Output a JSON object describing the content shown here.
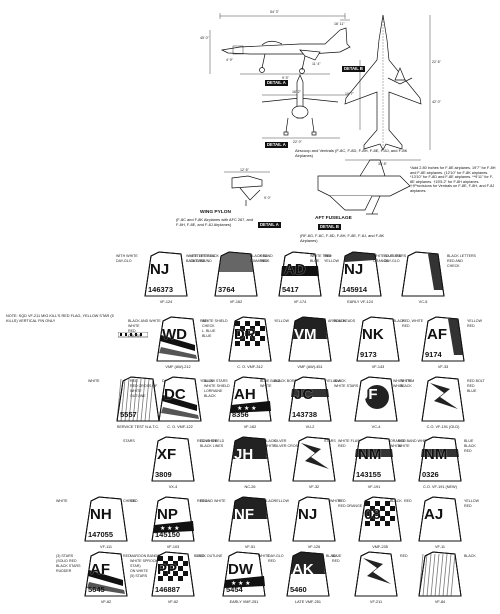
{
  "drawings": {
    "top_dims": [
      "54' 3\"",
      "45' 0\"",
      "16' 11\"",
      "4' 9\"",
      "9' 5\"",
      "11' 4\""
    ],
    "plan_dims": [
      "35' 8\"",
      "22' 6\"",
      "42' 0\"",
      "19' 7\""
    ],
    "front_dims": [
      "16' 2\"",
      "22' 0\""
    ],
    "pylon_dims": [
      "12' 6\"",
      "9' 0\""
    ],
    "detail_a": "DETAIL A",
    "detail_b": "DETAIL B",
    "wing_pylon": "WING PYLON",
    "aft_fuselage": "AFT FUSELAGE",
    "wing_pylon_note": "(F-8C and F-8K Airplanes with AFC 267, and F-8H, F-8E, and F-8J Airplanes)",
    "aft_fuselage_note": "(RF-8G, F-8C, F-8D, F-8H, F-8E, F-8J, and F-8K Airplanes)",
    "airscoop_note": "Airscoop and Ventrals (F-8C, F-8D, F-8H, F-8E, F-8J, and F-8K Airplanes)",
    "dim_note": "*Add 2.80 inches for F-8E airplanes. 19'7\" for F-8H and F-8E airplanes. (12'10\" for F-8K airplanes. *13'10\" for F-8D and F-8E airplanes. **9'11\" for F-8E airplanes. †15'5.2\" for F-8H airplanes. ††Provisions for Ventrals on F-8E, F-8H, and F-8J airplanes."
  },
  "tail_note": "NOTE: SQD VF-211 MIG KILL'S RED FLAG, YELLOW STAR (5 KILLS) VERTICAL FIN ONLY",
  "tails": [
    {
      "id": "t1",
      "code": "NJ",
      "num": "146373",
      "unit": "VF-124",
      "callouts": [
        "LETTERS BLACK",
        "WITH WHITE",
        "OUTLINE",
        "DAY-GLO"
      ]
    },
    {
      "id": "t2",
      "code": "",
      "num": "3764",
      "unit": "VF-162",
      "callouts": [
        "RED",
        "WHITE LETTERS",
        "RED",
        "BACKGROUND"
      ]
    },
    {
      "id": "t3",
      "code": "AD",
      "num": "5417",
      "unit": "VF-174",
      "callouts": [
        "RED",
        "BLACK BAND",
        "YELLOW",
        "DIAMONDS"
      ]
    },
    {
      "id": "t4",
      "code": "NJ",
      "num": "145914",
      "unit": "EARLY VF-124",
      "callouts": [
        "BLUE STARS",
        "WHITE TRIM",
        "DAY-GLO",
        "BLUE"
      ]
    },
    {
      "id": "t5",
      "code": "",
      "num": "",
      "unit": "VC-5",
      "callouts": [
        "BLACK LETTERS",
        "WHITE OUTLINE",
        "RED AND",
        "ORANGE",
        "CHECK"
      ]
    },
    {
      "id": "t6",
      "code": "WD",
      "num": "",
      "unit": "VMF (AW)-212",
      "callouts": [
        "WHITE SHIELD",
        "BLACK AND WHITE",
        "CHECK",
        "WHITE",
        "L. BLUE",
        "RED",
        "BLUE",
        "CROSS"
      ]
    },
    {
      "id": "t7",
      "code": "DR",
      "num": "",
      "unit": "C. O. VMF-312",
      "callouts": [
        "YELLOW",
        "RED"
      ]
    },
    {
      "id": "t8",
      "code": "VM",
      "num": "",
      "unit": "VMF (AW)-451",
      "callouts": [
        "BLACK"
      ]
    },
    {
      "id": "t9",
      "code": "NK",
      "num": "9173",
      "unit": "VF-143",
      "callouts": [
        "RED, WHITE",
        "ARROW HEADS",
        "RED"
      ]
    },
    {
      "id": "t10",
      "code": "AF",
      "num": "9174",
      "unit": "VF-33",
      "callouts": [
        "YELLOW",
        "BLACK",
        "RED"
      ]
    },
    {
      "id": "t11",
      "code": "",
      "num": "5557",
      "unit": "SERVICE TEST N.A.T.C.",
      "callouts": [
        "DAY-GLO",
        "WHITE"
      ]
    },
    {
      "id": "t12",
      "code": "DC",
      "num": "",
      "unit": "C. O. VMF-122",
      "callouts": [
        "BLUE",
        "RED",
        "WHITE SHIELD",
        "RED CROSS OF",
        "LORRAINE",
        "WHITE",
        "BLACK",
        "OUTLINE"
      ]
    },
    {
      "id": "t13",
      "code": "AH",
      "num": "8356",
      "unit": "VF-162",
      "callouts": [
        "BLACK BORDER",
        "YELLOW STARS"
      ]
    },
    {
      "id": "t14",
      "code": "JC",
      "num": "143738",
      "unit": "VU-2",
      "callouts": [
        "BLACK",
        "BLUE BAND",
        "WHITE STARS",
        "WHITE"
      ]
    },
    {
      "id": "t15",
      "code": "JF",
      "num": "",
      "unit": "VC-4",
      "callouts": [
        "WHITE",
        "YELLOW",
        "BLACK"
      ]
    },
    {
      "id": "t16",
      "code": "",
      "num": "",
      "unit": "C.O. VF-191 (OLD)",
      "callouts": [
        "RED BOLT",
        "WHITE TRIM",
        "RED",
        "WHITE",
        "BLUE"
      ]
    },
    {
      "id": "t17",
      "code": "XF",
      "num": "3809",
      "unit": "VX-4",
      "callouts": [
        "RED WHITE",
        "STARS"
      ]
    },
    {
      "id": "t18",
      "code": "JH",
      "num": "",
      "unit": "NC-26",
      "callouts": [
        "SILVER",
        "GOLD SHIELD",
        "SILVER CROSS",
        "BLACK LINES"
      ]
    },
    {
      "id": "t19",
      "code": "",
      "num": "",
      "unit": "VF-32",
      "callouts": [
        "WHITE FLASH",
        "BLACK",
        "RED",
        "WHITE"
      ]
    },
    {
      "id": "t20",
      "code": "NM",
      "num": "143155",
      "unit": "VF-191",
      "callouts": [
        "RED BAND WHITE",
        "STARS",
        "WHITE"
      ]
    },
    {
      "id": "t21",
      "code": "NM",
      "num": "0326",
      "unit": "C.O. VF-191 (NEW)",
      "callouts": [
        "BLUE",
        "ORANGE",
        "BLACK",
        "WHITE",
        "RED"
      ]
    },
    {
      "id": "t22",
      "code": "NH",
      "num": "147055",
      "unit": "VF-111",
      "callouts": [
        "RED",
        "WHITE"
      ]
    },
    {
      "id": "t23",
      "code": "NP",
      "num": "145150",
      "unit": "VF-103",
      "callouts": [
        "RED AND WHITE",
        "CHECK"
      ]
    },
    {
      "id": "t24",
      "code": "NF",
      "num": "",
      "unit": "VF-51",
      "callouts": [
        "YELLOW",
        "RED"
      ]
    },
    {
      "id": "t25",
      "code": "NJ",
      "num": "",
      "unit": "VF-126",
      "callouts": [
        "RED",
        "BLACK",
        "RED ORANGE"
      ]
    },
    {
      "id": "t26",
      "code": "08",
      "num": "",
      "unit": "VMF-235",
      "callouts": [
        "RED",
        "WHITE"
      ]
    },
    {
      "id": "t27",
      "code": "AJ",
      "num": "",
      "unit": "VF-11",
      "callouts": [
        "YELLOW",
        "BLACK",
        "RED"
      ]
    },
    {
      "id": "t28",
      "code": "AF",
      "num": "5645",
      "unit": "VF-62",
      "callouts": [
        "MAROON BANDS",
        "(3) STARS",
        "WHITE SPROCKET",
        "(SOLID RED",
        "STAR)",
        "BLACK STARS",
        "ON WHITE",
        "RUDDER",
        "(5) STARS"
      ]
    },
    {
      "id": "t29",
      "code": "PP",
      "num": "146887",
      "unit": "VF-62",
      "callouts": [
        "RED",
        "RED"
      ]
    },
    {
      "id": "t30",
      "code": "DW",
      "num": "5454",
      "unit": "EARLY VMF-251",
      "callouts": [
        "DAY-GLO",
        "BLACK OUTLINE",
        "RED"
      ]
    },
    {
      "id": "t31",
      "code": "AK",
      "num": "5460",
      "unit": "LATE VMF-251",
      "callouts": [
        "BLUE",
        "WHITE",
        "RED"
      ]
    },
    {
      "id": "t32",
      "code": "",
      "num": "",
      "unit": "VF-211",
      "callouts": [
        "RED",
        "BLACK"
      ]
    },
    {
      "id": "t33",
      "code": "",
      "num": "",
      "unit": "VF-84",
      "callouts": [
        "BLACK"
      ]
    }
  ]
}
